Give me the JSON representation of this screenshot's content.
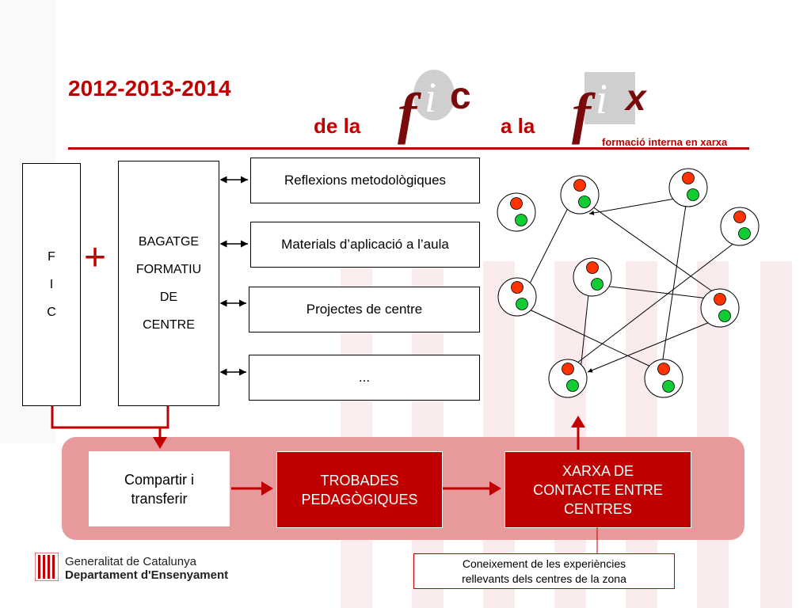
{
  "header": {
    "years": "2012-2013-2014",
    "de_la": "de la",
    "a_la": "a la",
    "tagline": "formació interna en xarxa",
    "logo_fic": {
      "f": "f",
      "i": "i",
      "c": "c"
    },
    "logo_fix": {
      "f": "f",
      "i": "i",
      "x": "x"
    }
  },
  "left_column": {
    "letters": [
      "F",
      "I",
      "C"
    ],
    "plus": "+"
  },
  "bagatge": {
    "lines": [
      "BAGATGE",
      "FORMATIU",
      "DE",
      "CENTRE"
    ]
  },
  "items": [
    "Reflexions metodològiques",
    "Materials d’aplicació a l’aula",
    "Projectes de centre",
    "..."
  ],
  "band": {
    "compartir": [
      "Compartir i",
      "transferir"
    ],
    "trobades": [
      "TROBADES",
      "PEDAGÒGIQUES"
    ],
    "xarxa": [
      "XARXA DE",
      "CONTACTE ENTRE",
      "CENTRES"
    ]
  },
  "note": [
    "Coneixement de les experiències",
    "rellevants dels centres de la zona"
  ],
  "footer": {
    "line1": "Generalitat de Catalunya",
    "line2": "Departament d'Ensenyament"
  },
  "colors": {
    "accent": "#c00000",
    "band": "#e8999c",
    "node_red": "#ff3300",
    "node_green": "#11cc33"
  }
}
